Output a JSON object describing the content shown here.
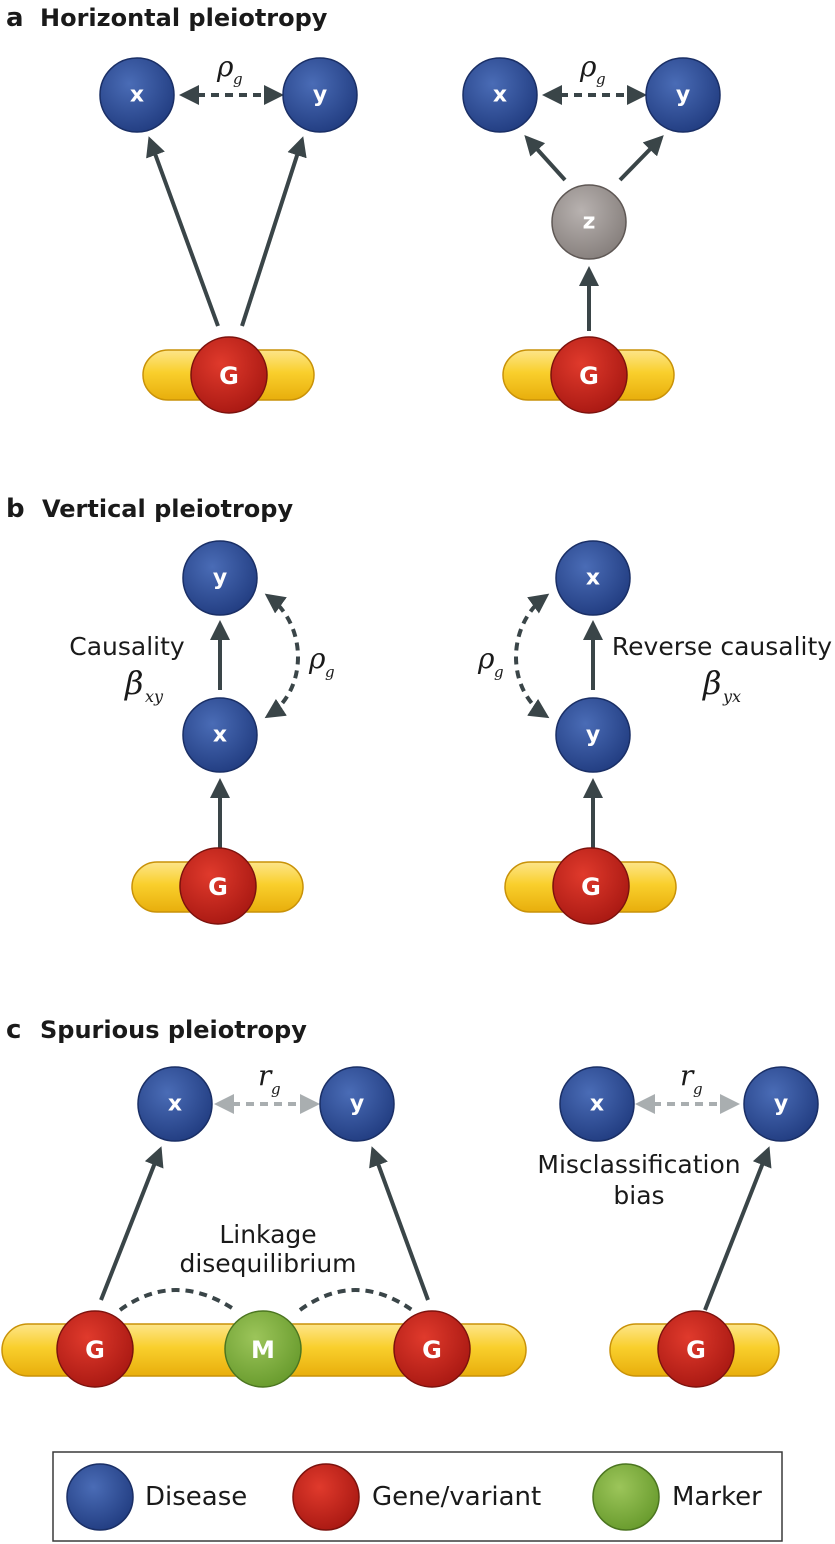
{
  "panels": {
    "a": {
      "letter": "a",
      "title": "Horizontal pleiotropy"
    },
    "b": {
      "letter": "b",
      "title": "Vertical pleiotropy"
    },
    "c": {
      "letter": "c",
      "title": "Spurious pleiotropy"
    }
  },
  "nodes": {
    "x": "x",
    "y": "y",
    "z": "z",
    "G": "G",
    "M": "M"
  },
  "symbols": {
    "rho": "ρ",
    "rho_sub": "g",
    "r": "r",
    "r_sub": "g",
    "beta": "β",
    "beta_xy_sub": "xy",
    "beta_yx_sub": "yx"
  },
  "labels": {
    "causality": "Causality",
    "reverse_causality": "Reverse causality",
    "linkage_line1": "Linkage",
    "linkage_line2": "disequilibrium",
    "misclass_line1": "Misclassification",
    "misclass_line2": "bias"
  },
  "legend": {
    "disease": "Disease",
    "gene_variant": "Gene/variant",
    "marker": "Marker"
  },
  "colors": {
    "disease": "#2e4d96",
    "gene": "#c8241c",
    "marker": "#7fae3c",
    "latent": "#9c9694",
    "chromosome": "#f7c71e",
    "arrow": "#3a4548",
    "faint_arrow": "#a9aeb0"
  }
}
